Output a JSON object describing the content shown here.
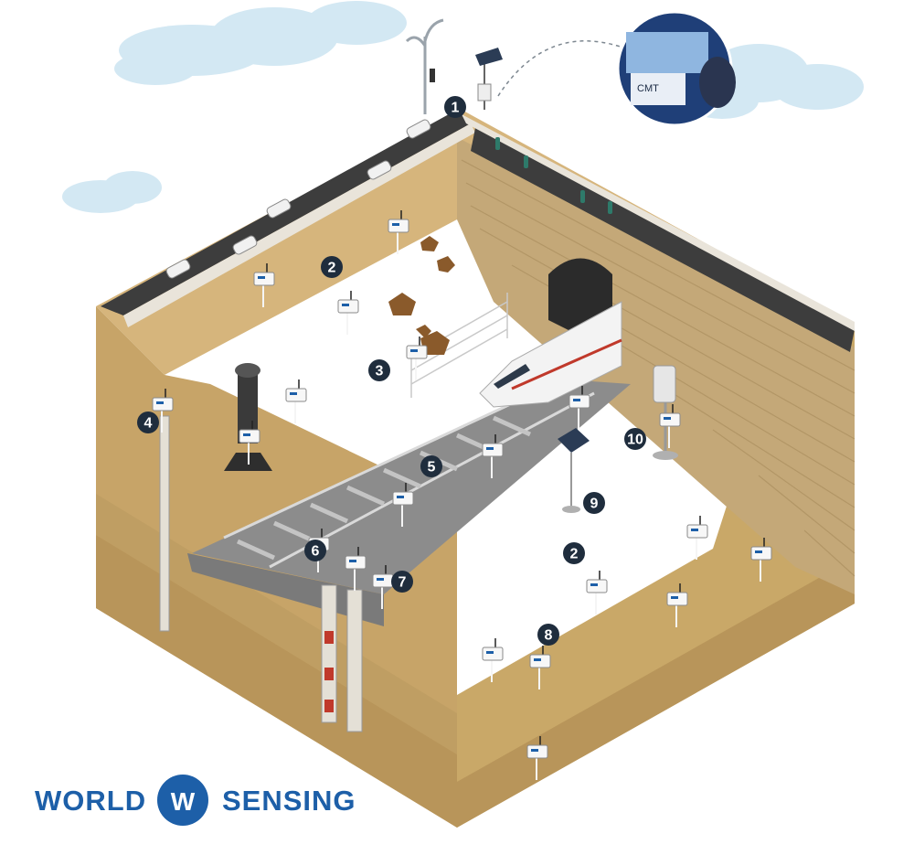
{
  "markers": [
    {
      "id": "1",
      "label": "1"
    },
    {
      "id": "2a",
      "label": "2"
    },
    {
      "id": "2b",
      "label": "2"
    },
    {
      "id": "3",
      "label": "3"
    },
    {
      "id": "4",
      "label": "4"
    },
    {
      "id": "5",
      "label": "5"
    },
    {
      "id": "6",
      "label": "6"
    },
    {
      "id": "7",
      "label": "7"
    },
    {
      "id": "8",
      "label": "8"
    },
    {
      "id": "9",
      "label": "9"
    },
    {
      "id": "10",
      "label": "10"
    }
  ],
  "monitor": {
    "screen_label": "CMT"
  },
  "logo": {
    "word_left": "WORLD",
    "word_right": "SENSING",
    "mark_letter": "W"
  },
  "colors": {
    "soil": "#d6b57c",
    "soil_dark": "#b8955a",
    "wall": "#c9ab74",
    "road": "#3b3b3b",
    "ballast": "#8c8c8c",
    "sky": "#d3e8f3",
    "marker": "#1f2d3d",
    "brand": "#1d5fa8"
  }
}
